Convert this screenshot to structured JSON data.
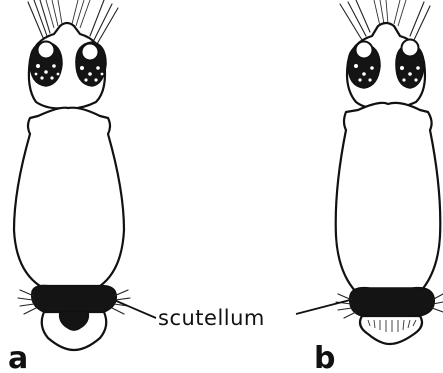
{
  "figure": {
    "panel_a_label": "a",
    "panel_b_label": "b",
    "callout_label": "scutellum"
  }
}
